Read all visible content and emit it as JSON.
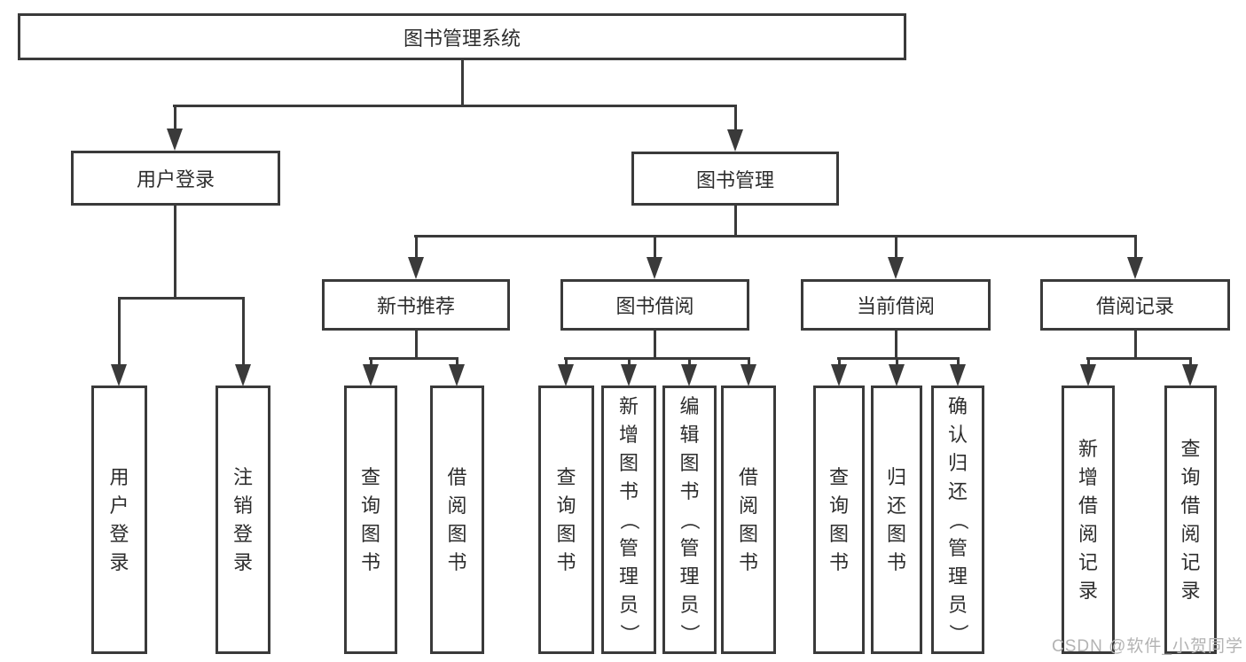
{
  "diagram_type": "hierarchy",
  "tree": {
    "label": "图书管理系统",
    "children": [
      {
        "label": "用户登录",
        "children": [
          {
            "label": "用户登录"
          },
          {
            "label": "注销登录"
          }
        ]
      },
      {
        "label": "图书管理",
        "children": [
          {
            "label": "新书推荐",
            "children": [
              {
                "label": "查询图书"
              },
              {
                "label": "借阅图书"
              }
            ]
          },
          {
            "label": "图书借阅",
            "children": [
              {
                "label": "查询图书"
              },
              {
                "label": "新增图书（管理员）"
              },
              {
                "label": "编辑图书（管理员）"
              },
              {
                "label": "借阅图书"
              }
            ]
          },
          {
            "label": "当前借阅",
            "children": [
              {
                "label": "查询图书"
              },
              {
                "label": "归还图书"
              },
              {
                "label": "确认归还（管理员）"
              }
            ]
          },
          {
            "label": "借阅记录",
            "children": [
              {
                "label": "新增借阅记录"
              },
              {
                "label": "查询借阅记录"
              }
            ]
          }
        ]
      }
    ]
  },
  "watermark": {
    "text": "CSDN @软件_小贺同学"
  },
  "colors": {
    "line": "#3a3a3a",
    "text": "#2d2d2d",
    "watermark": "#b3b3b3",
    "background": "#ffffff"
  }
}
